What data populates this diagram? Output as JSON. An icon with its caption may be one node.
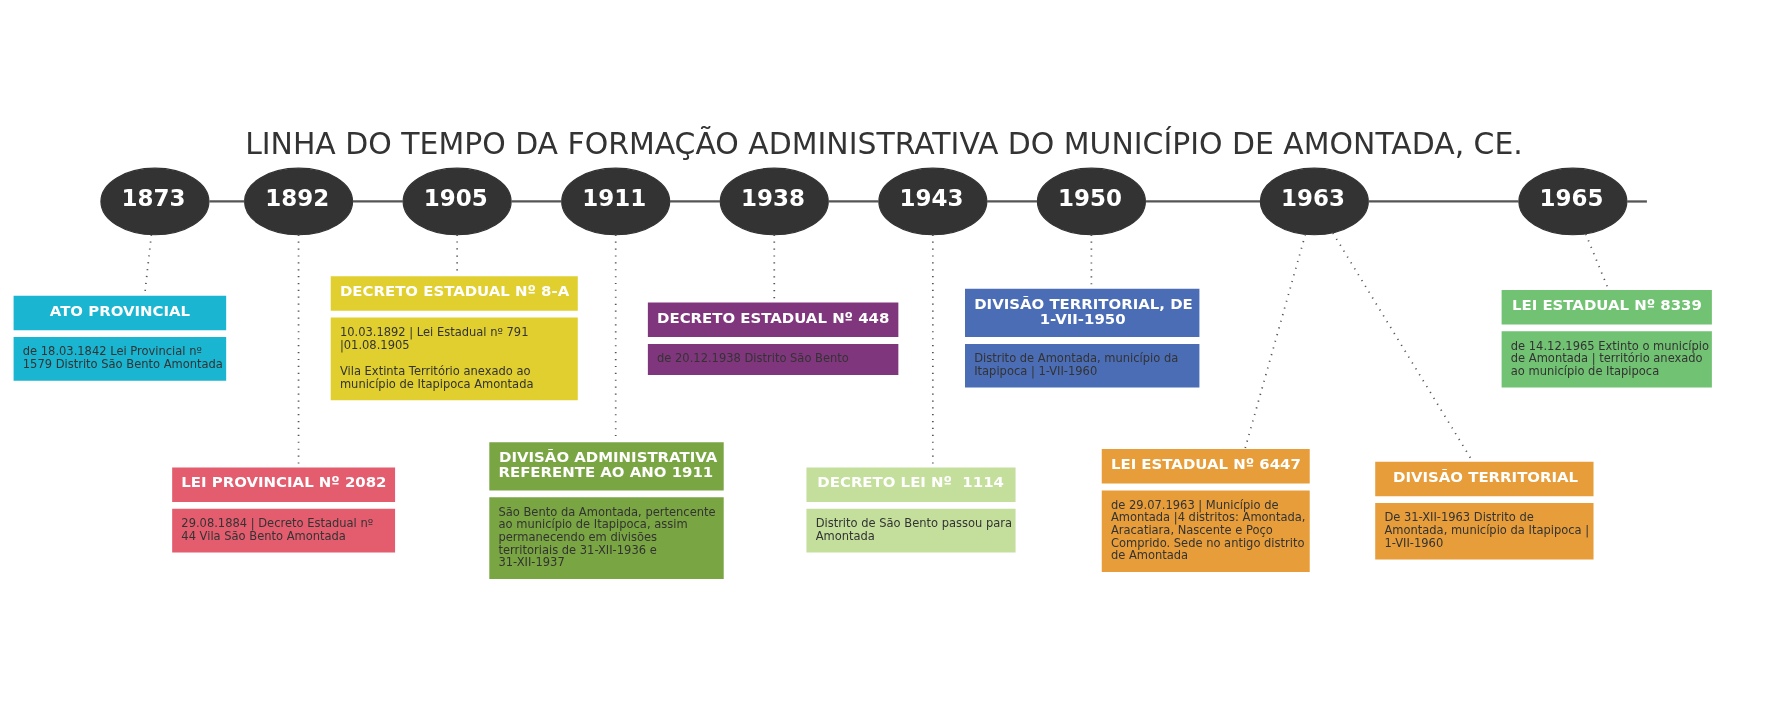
{
  "diagram": {
    "title": "LINHA DO TEMPO DA FORMAÇÃO ADMINISTRATIVA DO MUNICÍPIO DE AMONTADA, CE.",
    "nodes": [
      {
        "text": [
          "1873"
        ]
      },
      {
        "text": [
          "1892"
        ]
      },
      {
        "text": [
          "1905"
        ]
      },
      {
        "text": [
          "1911"
        ]
      },
      {
        "text": [
          "1938"
        ]
      },
      {
        "text": [
          "1943"
        ]
      },
      {
        "text": [
          "1950"
        ]
      },
      {
        "text": [
          "1963"
        ]
      },
      {
        "text": [
          "1965"
        ]
      },
      {
        "text": [
          "ATO PROVINCIAL",
          "de 18.03.1842 Lei Provincial nº 1579 Distrito São Bento Amontada"
        ]
      },
      {
        "text": [
          "LEI PROVINCIAL Nº 2082",
          "29.08.1884 | Decreto Estadual nº 44 Vila São Bento Amontada"
        ]
      },
      {
        "text": [
          "DECRETO ESTADUAL Nº 8-A",
          "10.03.1892 | Lei Estadual nº 791 |01.08.1905",
          "Vila Extinta Território anexado ao município de Itapipoca Amontada"
        ]
      },
      {
        "text": [
          "DIVISÃO ADMINISTRATIVA REFERENTE AO ANO 1911",
          "São Bento da Amontada, pertencente ao município de Itapipoca, assim permanecendo em divisões territoriais de 31-XII-1936 e 31-XII-1937"
        ]
      },
      {
        "text": [
          "DECRETO ESTADUAL Nº 448",
          "de 20.12.1938 Distrito São Bento"
        ]
      },
      {
        "text": [
          "DECRETO LEI Nº  1114",
          "Distrito de São Bento passou para Amontada"
        ]
      },
      {
        "text": [
          "DIVISÃO TERRITORIAL, DE 1-VII-1950",
          "Distrito de Amontada, município da Itapipoca | 1-VII-1960"
        ]
      },
      {
        "text": [
          "LEI ESTADUAL Nº 6447",
          "de 29.07.1963 | Município de Amontada |4 distritos: Amontada, Aracatiara, Nascente e Poço Comprido. Sede no antigo distrito de Amontada"
        ]
      },
      {
        "text": [
          "DIVISÃO TERRITORIAL",
          "De 31-XII-1963 Distrito de Amontada, município da Itapipoca | 1-VII-1960"
        ]
      },
      {
        "text": [
          "LEI ESTADUAL Nº 8339",
          "de 14.12.1965 Extinto o município de Amontada | território anexado ao município de Itapipoca"
        ]
      }
    ],
    "edges": [
      {
        "from": 0,
        "to": 1,
        "arrow": "none"
      },
      {
        "from": 1,
        "to": 2,
        "arrow": "none"
      },
      {
        "from": 2,
        "to": 3,
        "arrow": "none"
      },
      {
        "from": 3,
        "to": 4,
        "arrow": "none"
      },
      {
        "from": 4,
        "to": 5,
        "arrow": "none"
      },
      {
        "from": 5,
        "to": 6,
        "arrow": "none"
      },
      {
        "from": 6,
        "to": 7,
        "arrow": "none"
      },
      {
        "from": 7,
        "to": 8,
        "arrow": "none"
      },
      {
        "from": 8,
        "to": null,
        "arrow": "none"
      },
      {
        "from": 0,
        "to": 9,
        "arrow": "none",
        "style": "dashed"
      },
      {
        "from": 1,
        "to": 10,
        "arrow": "none",
        "style": "dashed"
      },
      {
        "from": 2,
        "to": 11,
        "arrow": "none",
        "style": "dashed"
      },
      {
        "from": 3,
        "to": 12,
        "arrow": "none",
        "style": "dashed"
      },
      {
        "from": 4,
        "to": 13,
        "arrow": "none",
        "style": "dashed"
      },
      {
        "from": 5,
        "to": 14,
        "arrow": "none",
        "style": "dashed"
      },
      {
        "from": 6,
        "to": 15,
        "arrow": "none",
        "style": "dashed"
      },
      {
        "from": 7,
        "to": 16,
        "arrow": "none",
        "style": "dashed"
      },
      {
        "from": 7,
        "to": 17,
        "arrow": "none",
        "style": "dashed"
      },
      {
        "from": 8,
        "to": 18,
        "arrow": "none",
        "style": "dashed"
      }
    ]
  }
}
